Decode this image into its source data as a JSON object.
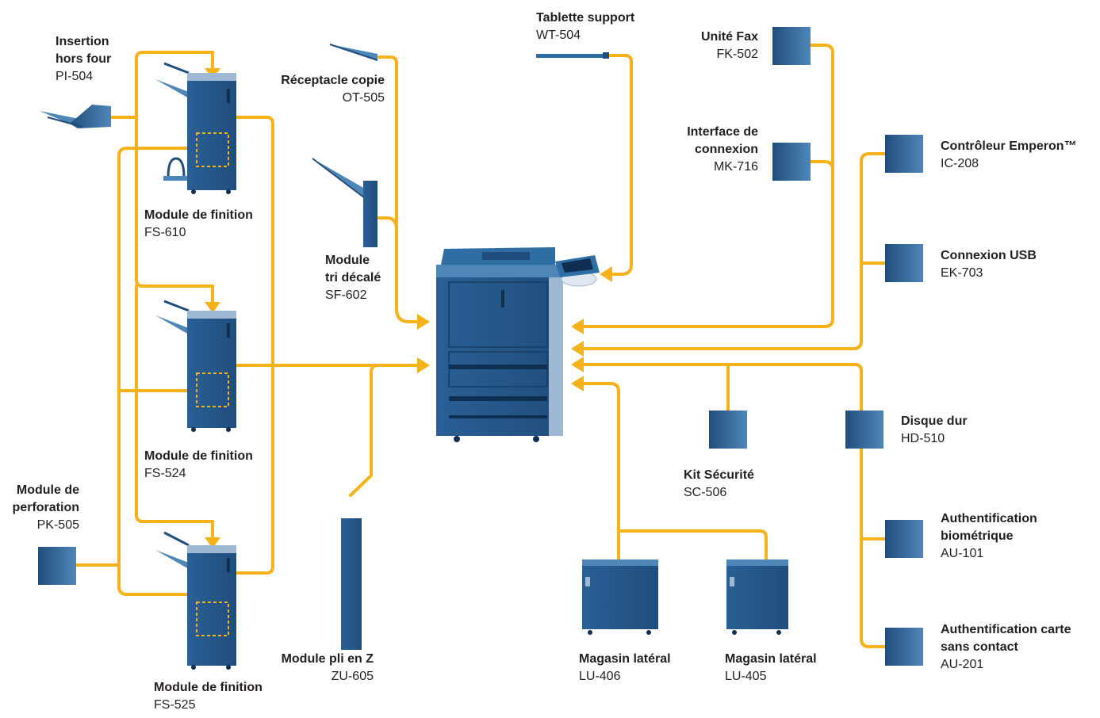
{
  "colors": {
    "connector": "#f5b21b",
    "device_dark": "#1f4e7c",
    "device_mid": "#2e6ea4",
    "device_light": "#4f86b8",
    "label_text": "#231f20"
  },
  "components": {
    "pi504": {
      "name": [
        "Insertion",
        "hors four"
      ],
      "code": "PI-504"
    },
    "ot505": {
      "name": [
        "Réceptacle copie"
      ],
      "code": "OT-505"
    },
    "wt504": {
      "name": [
        "Tablette support"
      ],
      "code": "WT-504"
    },
    "fk502": {
      "name": [
        "Unité Fax"
      ],
      "code": "FK-502"
    },
    "mk716": {
      "name": [
        "Interface de",
        "connexion"
      ],
      "code": "MK-716"
    },
    "ic208": {
      "name": [
        "Contrôleur Emperon™"
      ],
      "code": "IC-208"
    },
    "ek703": {
      "name": [
        "Connexion USB"
      ],
      "code": "EK-703"
    },
    "fs610": {
      "name": [
        "Module de finition"
      ],
      "code": "FS-610"
    },
    "sf602": {
      "name": [
        "Module",
        "tri décalé"
      ],
      "code": "SF-602"
    },
    "fs524": {
      "name": [
        "Module de finition"
      ],
      "code": "FS-524"
    },
    "pk505": {
      "name": [
        "Module de",
        "perforation"
      ],
      "code": "PK-505"
    },
    "fs525": {
      "name": [
        "Module de finition"
      ],
      "code": "FS-525"
    },
    "zu605": {
      "name": [
        "Module pli en Z"
      ],
      "code": "ZU-605"
    },
    "lu406": {
      "name": [
        "Magasin latéral"
      ],
      "code": "LU-406"
    },
    "lu405": {
      "name": [
        "Magasin latéral"
      ],
      "code": "LU-405"
    },
    "sc506": {
      "name": [
        "Kit Sécurité"
      ],
      "code": "SC-506"
    },
    "hd510": {
      "name": [
        "Disque dur"
      ],
      "code": "HD-510"
    },
    "au101": {
      "name": [
        "Authentification",
        "biométrique"
      ],
      "code": "AU-101"
    },
    "au201": {
      "name": [
        "Authentification carte",
        "sans contact"
      ],
      "code": "AU-201"
    }
  }
}
